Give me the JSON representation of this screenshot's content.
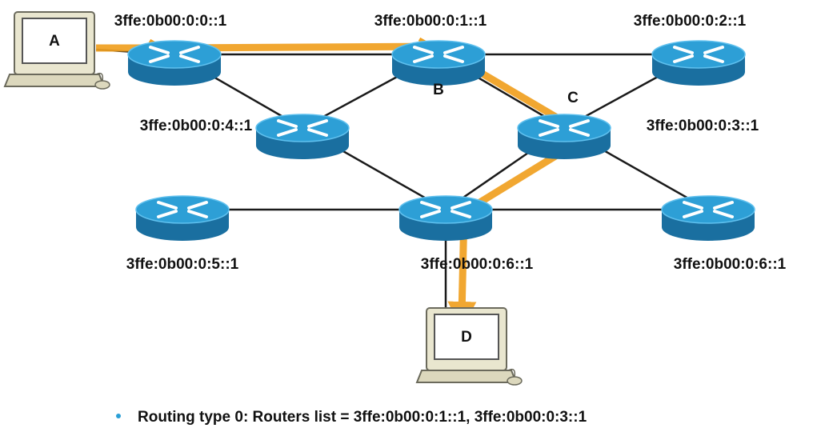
{
  "diagram": {
    "routers": [
      {
        "id": "r0",
        "address": "3ffe:0b00:0:0::1",
        "letter": ""
      },
      {
        "id": "r1",
        "address": "3ffe:0b00:0:1::1",
        "letter": "B"
      },
      {
        "id": "r2",
        "address": "3ffe:0b00:0:2::1",
        "letter": ""
      },
      {
        "id": "r4",
        "address": "3ffe:0b00:0:4::1",
        "letter": ""
      },
      {
        "id": "r3",
        "address": "3ffe:0b00:0:3::1",
        "letter": "C"
      },
      {
        "id": "r5",
        "address": "3ffe:0b00:0:5::1",
        "letter": ""
      },
      {
        "id": "r6",
        "address": "3ffe:0b00:0:6::1",
        "letter": ""
      },
      {
        "id": "r7",
        "address": "3ffe:0b00:0:6::1",
        "letter": ""
      }
    ],
    "hosts": [
      {
        "id": "hostA",
        "letter": "A"
      },
      {
        "id": "hostD",
        "letter": "D"
      }
    ],
    "links": [
      [
        "r0",
        "r1"
      ],
      [
        "r1",
        "r2"
      ],
      [
        "r0",
        "r4"
      ],
      [
        "r1",
        "r4"
      ],
      [
        "r1",
        "r3"
      ],
      [
        "r2",
        "r3"
      ],
      [
        "r4",
        "r6"
      ],
      [
        "r3",
        "r6"
      ],
      [
        "r3",
        "r7"
      ],
      [
        "r5",
        "r6"
      ],
      [
        "r6",
        "r7"
      ],
      [
        "r6",
        "hostD"
      ],
      [
        "hostA",
        "r0"
      ]
    ],
    "path": [
      "hostA",
      "r0",
      "r1",
      "r3",
      "r6",
      "hostD"
    ],
    "caption": "Routing type 0: Routers list = 3ffe:0b00:0:1::1, 3ffe:0b00:0:3::1",
    "colors": {
      "path": "#f0a020",
      "router_top": "#2d9fd6",
      "router_side": "#1a6fa0",
      "link": "#1a1a1a",
      "bullet": "#2a9fd6"
    }
  }
}
